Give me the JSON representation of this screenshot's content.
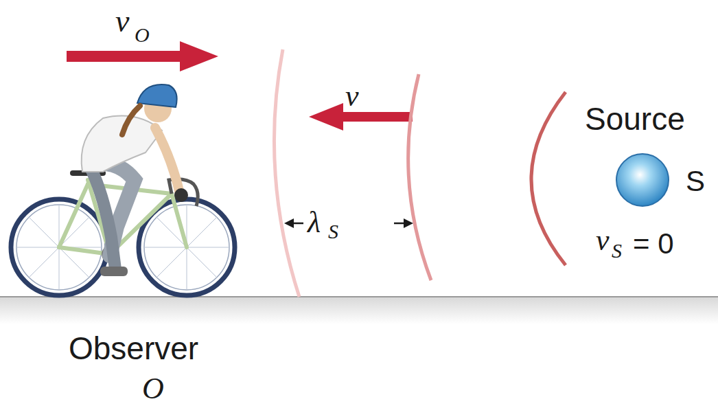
{
  "diagram": {
    "labels": [
      "v",
      "O",
      "v",
      "λ",
      "S",
      "Source",
      "S",
      "v",
      "S",
      "= 0",
      "Observer",
      "O"
    ]
  }
}
